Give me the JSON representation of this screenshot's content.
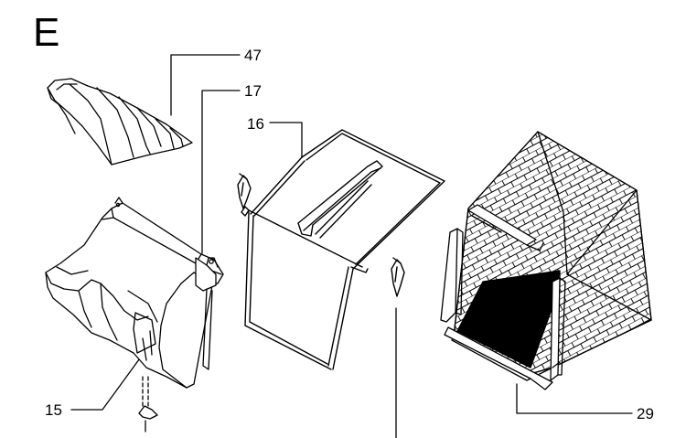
{
  "section": {
    "letter": "E"
  },
  "parts": [
    {
      "id": "47",
      "label": "47"
    },
    {
      "id": "17",
      "label": "17"
    },
    {
      "id": "16",
      "label": "16"
    },
    {
      "id": "15",
      "label": "15"
    },
    {
      "id": "29",
      "label": "29"
    }
  ]
}
